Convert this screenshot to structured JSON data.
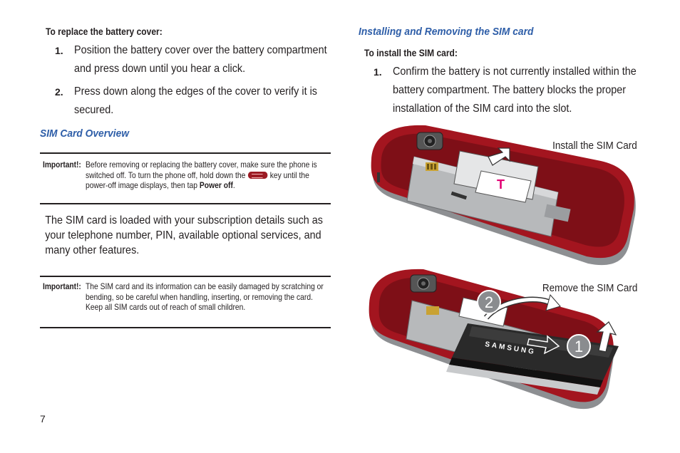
{
  "left": {
    "replace_cover_heading": "To replace the battery cover:",
    "replace_steps": [
      {
        "num": "1.",
        "text": "Position the battery cover over the battery compartment and press down until you hear a click."
      },
      {
        "num": "2.",
        "text": "Press down along the edges of the cover to verify it is secured."
      }
    ],
    "sim_overview_title": "SIM Card Overview",
    "note1": {
      "label": "Important!:",
      "text_a": "Before removing or replacing the battery cover, make sure the phone is switched off. To turn the phone off, hold down the",
      "text_b": "key until the power-off image displays, then tap",
      "bold_end": "Power off",
      "period": "."
    },
    "body": "The SIM card is loaded with your subscription details such as your telephone number, PIN, available optional services, and many other features.",
    "note2": {
      "label": "Important!:",
      "text": "The SIM card and its information can be easily damaged by scratching or bending, so be careful when handling, inserting, or removing the card. Keep all SIM cards out of reach of small children."
    }
  },
  "right": {
    "section_title": "Installing and Removing the SIM card",
    "install_heading": "To install the SIM card:",
    "install_steps": [
      {
        "num": "1.",
        "text": "Confirm the battery is not currently installed within the battery compartment. The battery blocks the proper installation of the SIM card into the slot."
      }
    ],
    "figure1_caption": "Install the SIM Card",
    "figure2_caption": "Remove the SIM Card",
    "battery_brand": "SAMSUNG",
    "callout_1": "1",
    "callout_2": "2"
  },
  "page_number": "7",
  "colors": {
    "heading_blue": "#2e5ea8",
    "phone_red": "#a3151f",
    "text": "#231f20"
  },
  "icons": [
    "end-key-icon",
    "arrow-up-icon",
    "arrow-right-icon"
  ]
}
